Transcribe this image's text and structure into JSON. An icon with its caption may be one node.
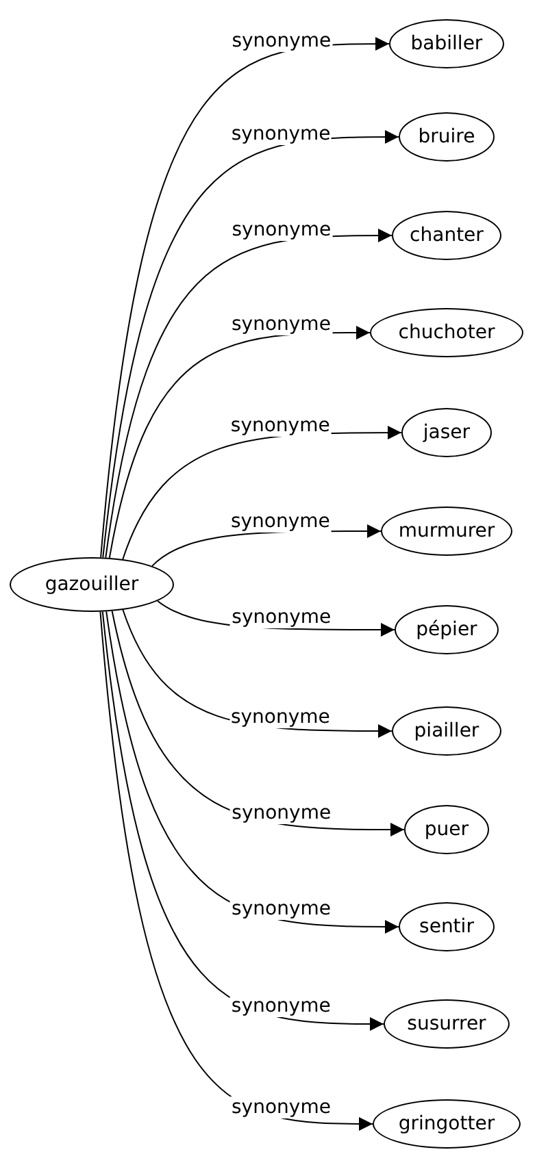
{
  "diagram": {
    "nodes": [
      {
        "text": [
          "gazouiller"
        ]
      },
      {
        "text": [
          "babiller"
        ]
      },
      {
        "text": [
          "bruire"
        ]
      },
      {
        "text": [
          "chanter"
        ]
      },
      {
        "text": [
          "chuchoter"
        ]
      },
      {
        "text": [
          "jaser"
        ]
      },
      {
        "text": [
          "murmurer"
        ]
      },
      {
        "text": [
          "pépier"
        ]
      },
      {
        "text": [
          "piailler"
        ]
      },
      {
        "text": [
          "puer"
        ]
      },
      {
        "text": [
          "sentir"
        ]
      },
      {
        "text": [
          "susurrer"
        ]
      },
      {
        "text": [
          "gringotter"
        ]
      }
    ],
    "edges": [
      {
        "from": 0,
        "to": 1,
        "arrow": "to",
        "label": "synonyme"
      },
      {
        "from": 0,
        "to": 2,
        "arrow": "to",
        "label": "synonyme"
      },
      {
        "from": 0,
        "to": 3,
        "arrow": "to",
        "label": "synonyme"
      },
      {
        "from": 0,
        "to": 4,
        "arrow": "to",
        "label": "synonyme"
      },
      {
        "from": 0,
        "to": 5,
        "arrow": "to",
        "label": "synonyme"
      },
      {
        "from": 0,
        "to": 6,
        "arrow": "to",
        "label": "synonyme"
      },
      {
        "from": 0,
        "to": 7,
        "arrow": "to",
        "label": "synonyme"
      },
      {
        "from": 0,
        "to": 8,
        "arrow": "to",
        "label": "synonyme"
      },
      {
        "from": 0,
        "to": 9,
        "arrow": "to",
        "label": "synonyme"
      },
      {
        "from": 0,
        "to": 10,
        "arrow": "to",
        "label": "synonyme"
      },
      {
        "from": 0,
        "to": 11,
        "arrow": "to",
        "label": "synonyme"
      },
      {
        "from": 0,
        "to": 12,
        "arrow": "to",
        "label": "synonyme"
      }
    ]
  }
}
